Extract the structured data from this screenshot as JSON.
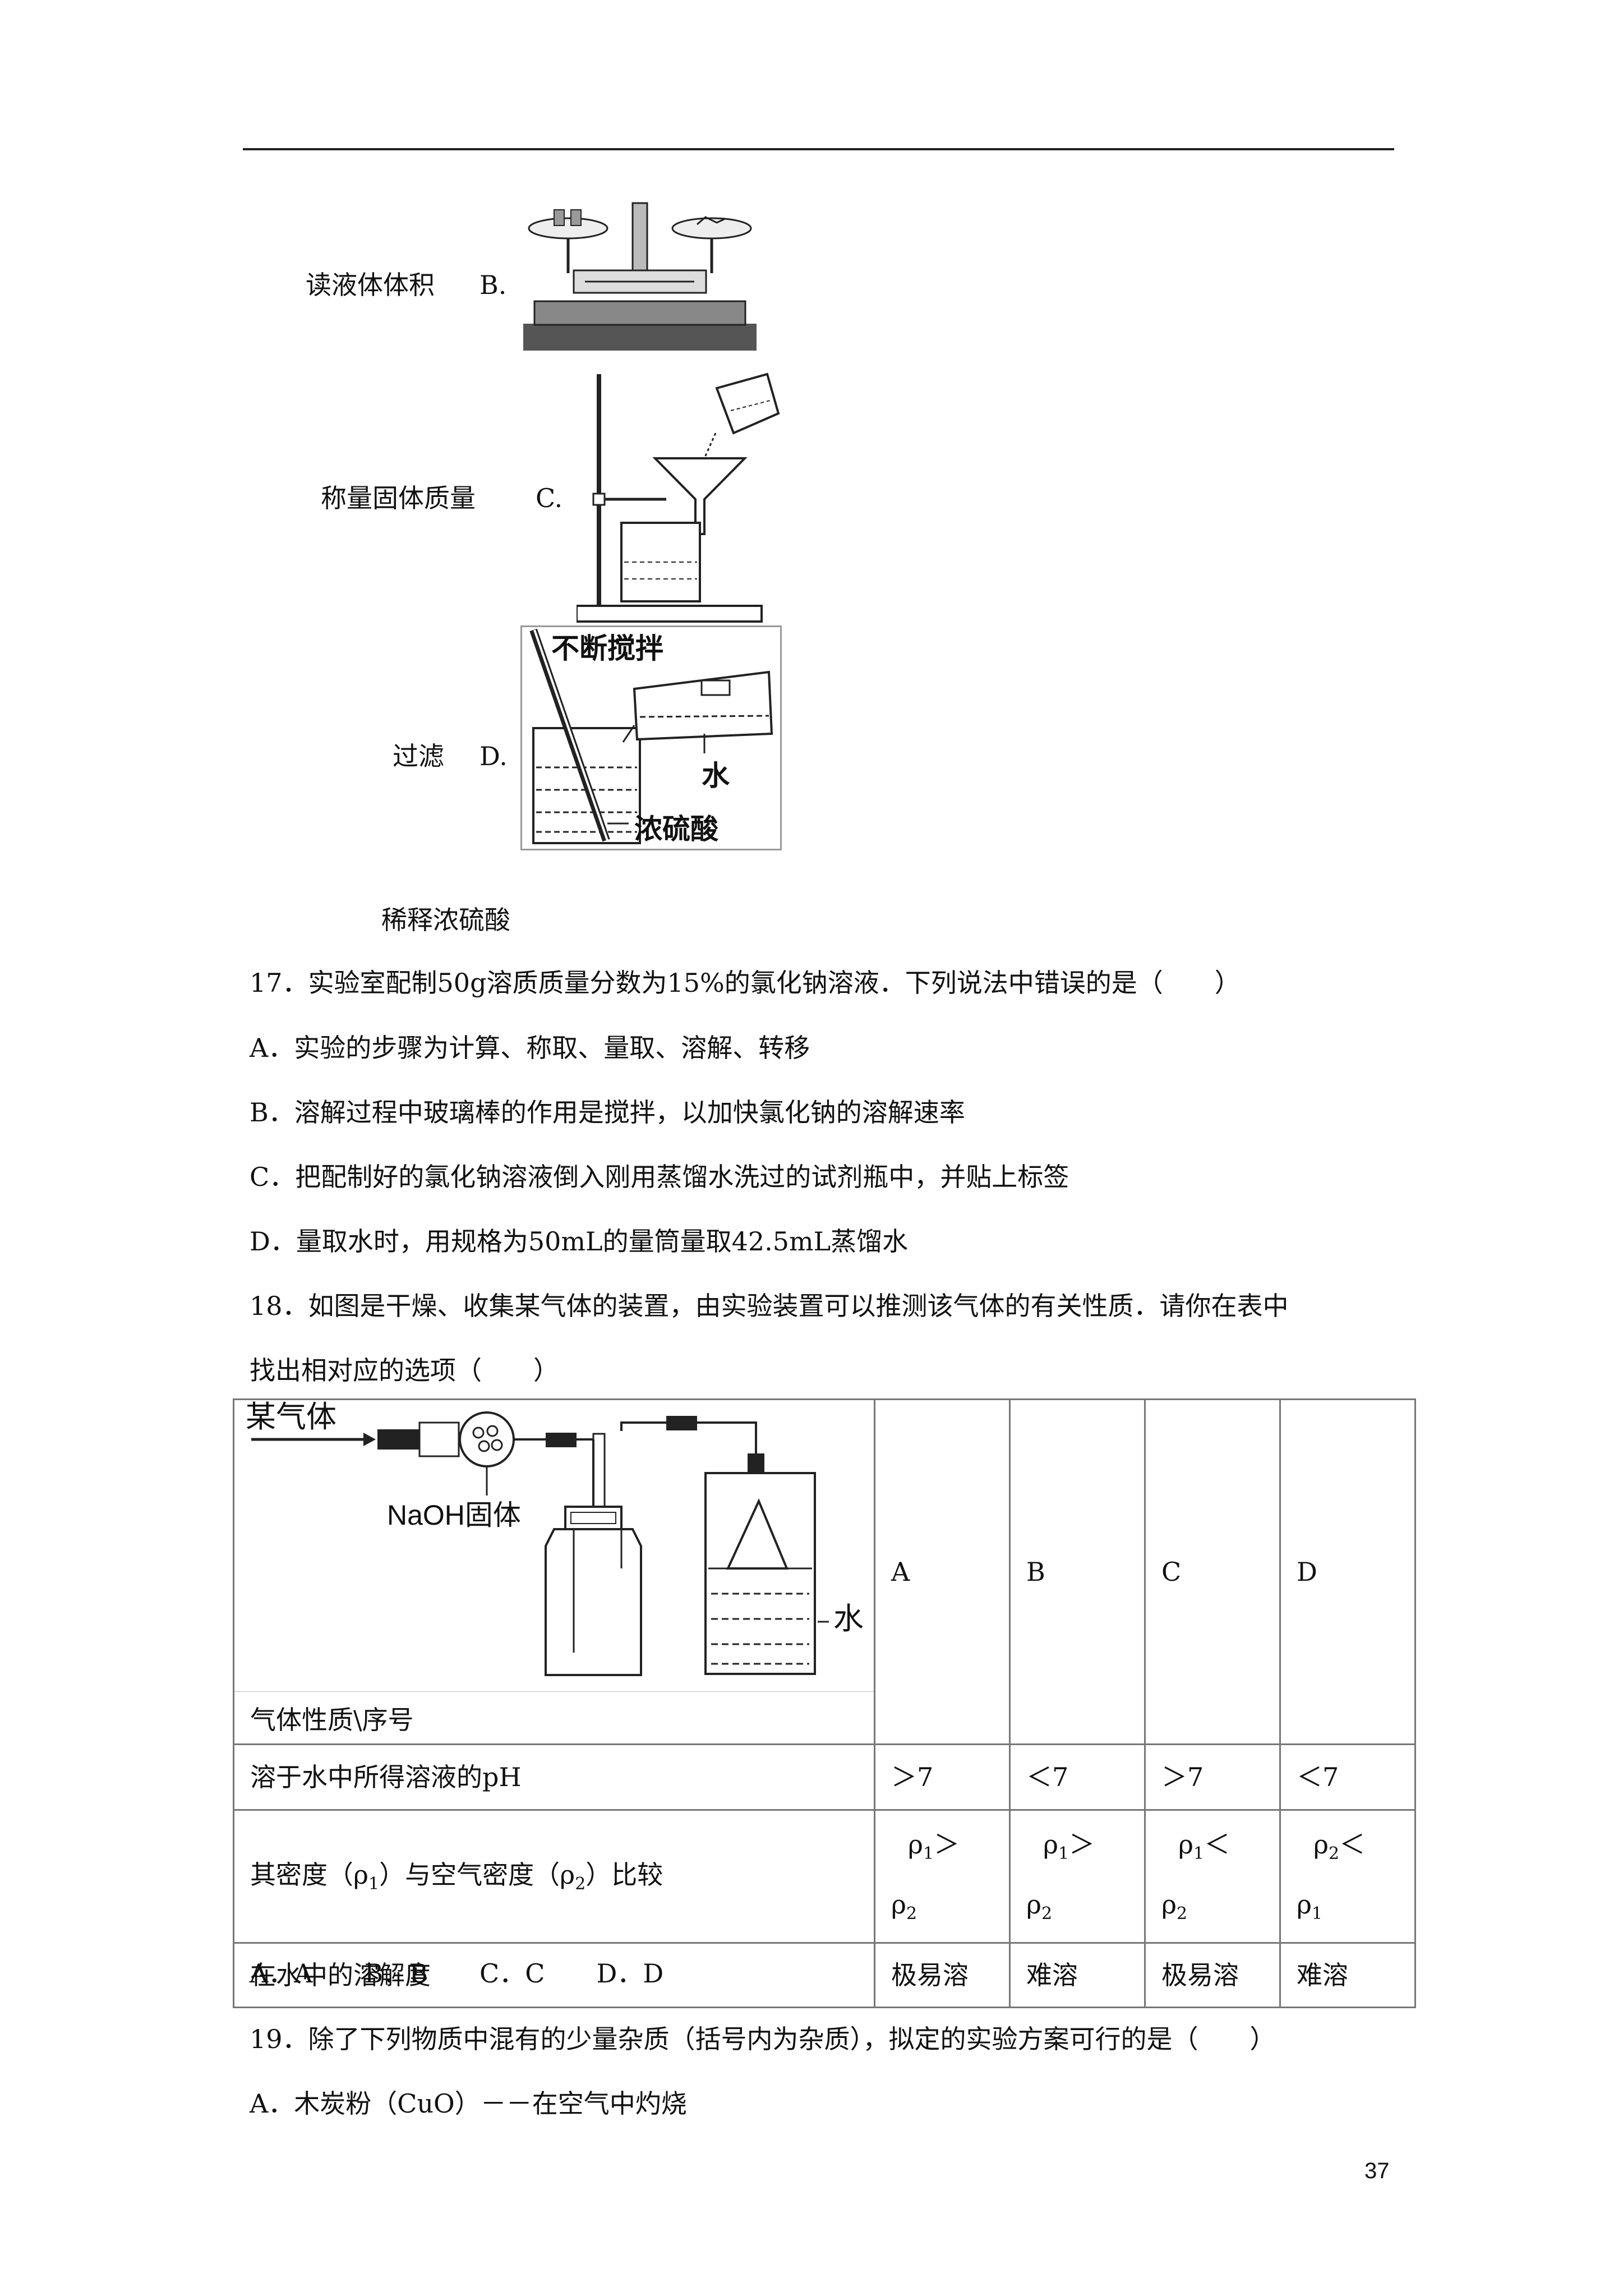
{
  "items_top": [
    {
      "label": "读液体体积",
      "option": "B."
    },
    {
      "label": "称量固体质量",
      "option": "C."
    },
    {
      "label": "过滤",
      "option": "D."
    }
  ],
  "last_label": "稀释浓硫酸",
  "figure_d": {
    "stir_label": "不断搅拌",
    "water_label": "水",
    "acid_label": "浓硫酸"
  },
  "q17": {
    "stem": "17．实验室配制50g溶质质量分数为15%的氯化钠溶液．下列说法中错误的是（　　）",
    "options": [
      "A．实验的步骤为计算、称取、量取、溶解、转移",
      "B．溶解过程中玻璃棒的作用是搅拌，以加快氯化钠的溶解速率",
      "C．把配制好的氯化钠溶液倒入刚用蒸馏水洗过的试剂瓶中，并贴上标签",
      "D．量取水时，用规格为50mL的量筒量取42.5mL蒸馏水"
    ]
  },
  "q18": {
    "stem_line1": "18．如图是干燥、收集某气体的装置，由实验装置可以推测该气体的有关性质．请你在表中",
    "stem_line2": "找出相对应的选项（　　）",
    "figure": {
      "gas_label": "某气体",
      "naoh_label": "NaOH固体",
      "water_label": "水"
    },
    "header_label": "气体性质\\序号",
    "columns": [
      "A",
      "B",
      "C",
      "D"
    ],
    "row_ph": {
      "label": "溶于水中所得溶液的pH",
      "values": [
        "＞7",
        "＜7",
        "＞7",
        "＜7"
      ]
    },
    "row_density": {
      "label_a": "其密度（ρ",
      "label_a_sub": "1",
      "label_b": "）与空气密度（ρ",
      "label_b_sub": "2",
      "label_c": "）比较",
      "values": [
        {
          "top": "ρ",
          "top_sub": "1",
          "op": "＞",
          "bottom": "ρ",
          "bottom_sub": "2"
        },
        {
          "top": "ρ",
          "top_sub": "1",
          "op": "＞",
          "bottom": "ρ",
          "bottom_sub": "2"
        },
        {
          "top": "ρ",
          "top_sub": "1",
          "op": "＜",
          "bottom": "ρ",
          "bottom_sub": "2"
        },
        {
          "top": "ρ",
          "top_sub": "2",
          "op": "＜",
          "bottom": "ρ",
          "bottom_sub": "1"
        }
      ]
    },
    "row_solubility": {
      "label": "在水中的溶解度",
      "values": [
        "极易溶",
        "难溶",
        "极易溶",
        "难溶"
      ]
    },
    "answers": "A．A　　B．B　　C．C　　D．D"
  },
  "q19": {
    "stem": "19．除了下列物质中混有的少量杂质（括号内为杂质），拟定的实验方案可行的是（　　）",
    "option_a": "A．木炭粉（CuO）－－在空气中灼烧"
  },
  "page_number": "37"
}
